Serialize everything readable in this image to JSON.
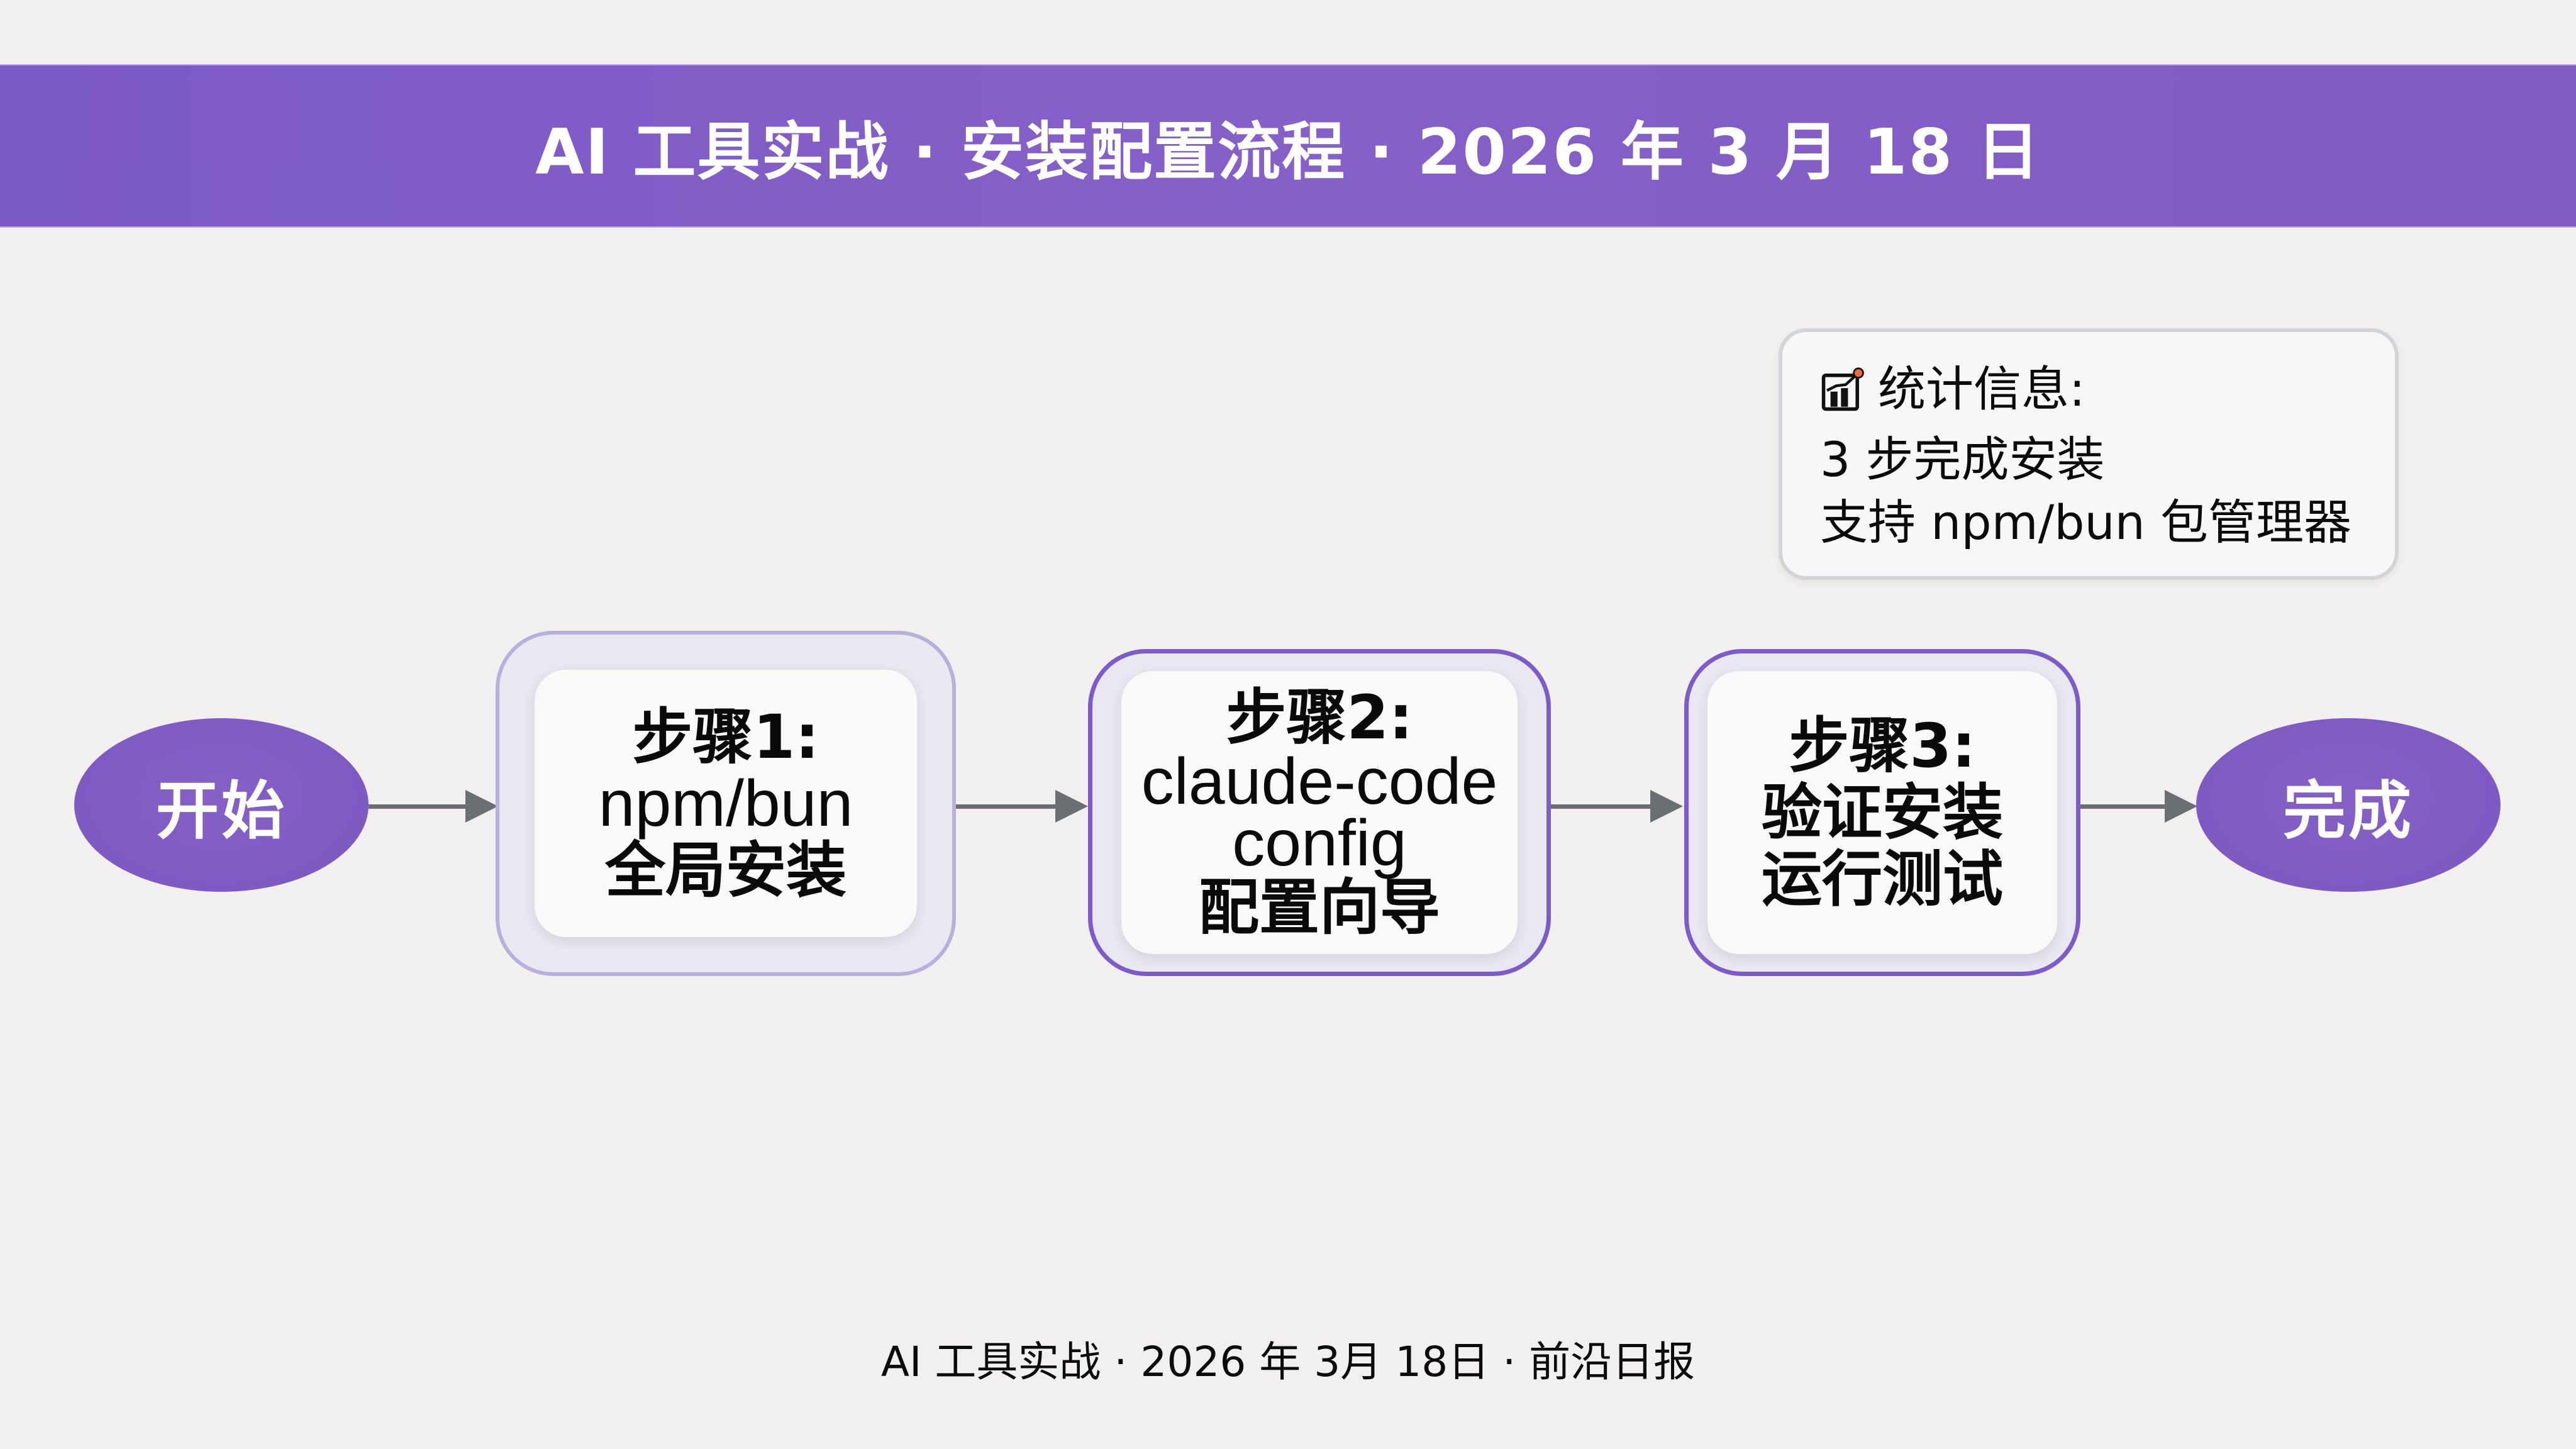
{
  "header": {
    "title": "AI 工具实战 · 安装配置流程 · 2026 年 3 月 18 日"
  },
  "flow": {
    "start": {
      "label": "开始"
    },
    "steps": [
      {
        "lines": [
          "步骤1:",
          "npm/bun",
          "全局安装"
        ],
        "border_color": "#b8b0dc"
      },
      {
        "lines": [
          "步骤2:",
          "claude-code",
          "config",
          "配置向导"
        ],
        "border_color": "#7b5cc8"
      },
      {
        "lines": [
          "步骤3:",
          "验证安装",
          "运行测试"
        ],
        "border_color": "#7b5cc8"
      }
    ],
    "end": {
      "label": "完成"
    }
  },
  "stats": {
    "icon": "chart-trend-icon",
    "title": "统计信息:",
    "lines": [
      "3 步完成安装",
      "支持 npm/bun 包管理器"
    ]
  },
  "footer": {
    "text": "AI 工具实战 · 2026 年 3月 18日 · 前沿日报"
  },
  "colors": {
    "accent_purple": "#7f5bc4",
    "step_border_light": "#b8b0dc",
    "step_border_dark": "#7b5cc8",
    "arrow_grey": "#6b6e72",
    "icon_dot_orange": "#f06a3a",
    "background": "#f1f0ef"
  }
}
